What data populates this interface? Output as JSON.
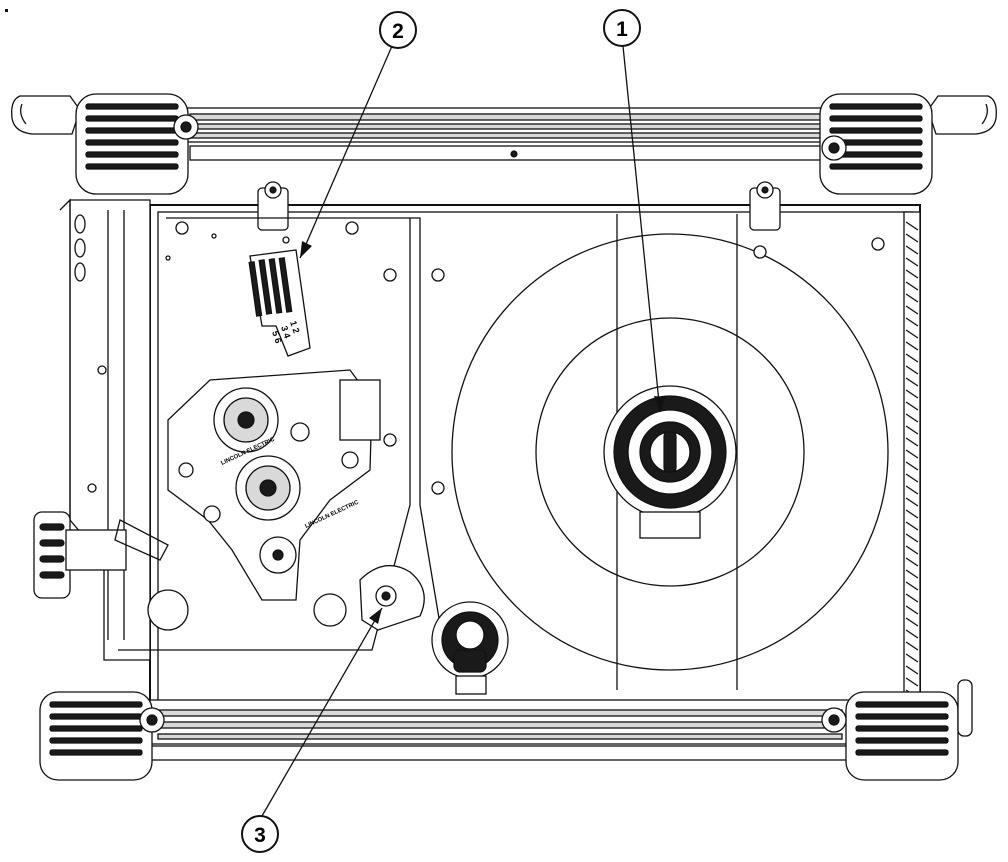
{
  "callouts": [
    {
      "id": "1",
      "label": "1"
    },
    {
      "id": "2",
      "label": "2"
    },
    {
      "id": "3",
      "label": "3"
    }
  ],
  "tension_scale": {
    "line1": "1 2",
    "line2": "3 4",
    "line3": "5 6"
  },
  "roll_labels": {
    "upper": "LINCOLN ELECTRIC",
    "lower": "LINCOLN ELECTRIC"
  },
  "colors": {
    "line": "#111111",
    "background": "#ffffff",
    "shade": "#d9d9d9"
  }
}
